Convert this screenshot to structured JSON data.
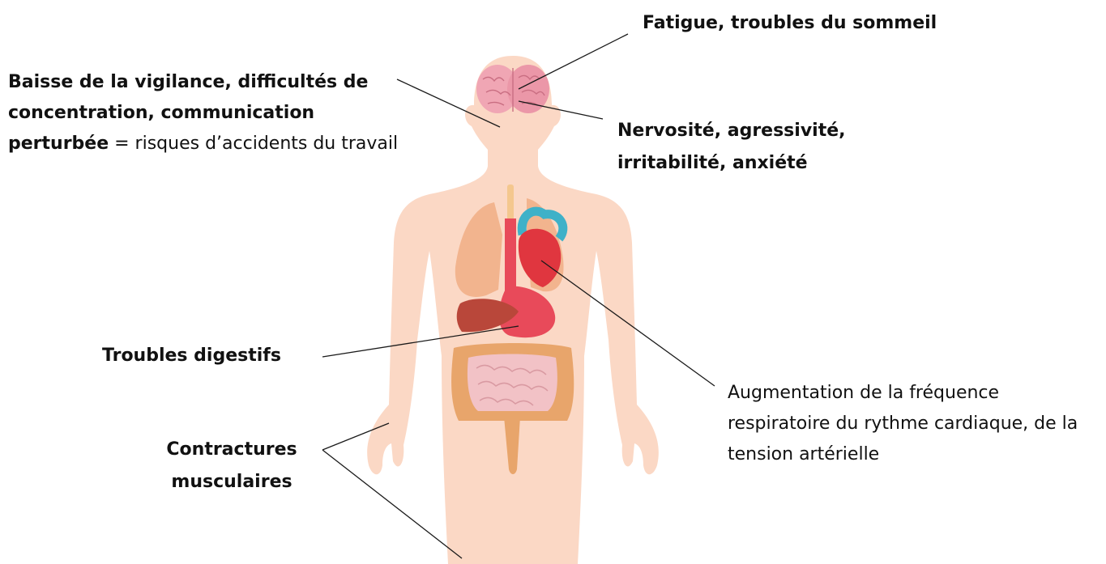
{
  "colors": {
    "skin": "#fbd8c5",
    "brain": "#f0a6b4",
    "lung": "#f2b48e",
    "heart": "#e0363f",
    "aorta_blue": "#3fb1c8",
    "liver": "#b9473a",
    "stomach": "#e84a5a",
    "large_intestine": "#e8a56b",
    "small_intestine": "#f2c2c6",
    "trachea": "#f4c78e",
    "leader_line": "#1a1a1a"
  },
  "annotations": {
    "fatigue": {
      "text_bold": "Fatigue, troubles du sommeil"
    },
    "vigilance": {
      "text_bold": "Baisse de la vigilance, difficultés de concentration, communication perturbée",
      "text_regular": " = risques d’accidents du travail"
    },
    "nervosite": {
      "text_bold": "Nervosité, agressivité, irritabilité, anxiété"
    },
    "digestifs": {
      "text_bold": "Troubles digestifs"
    },
    "augmentation": {
      "text_regular": "Augmentation de la fréquence respiratoire du rythme cardiaque, de la tension artérielle"
    },
    "contractures": {
      "text_bold": "Contractures musculaires"
    }
  }
}
